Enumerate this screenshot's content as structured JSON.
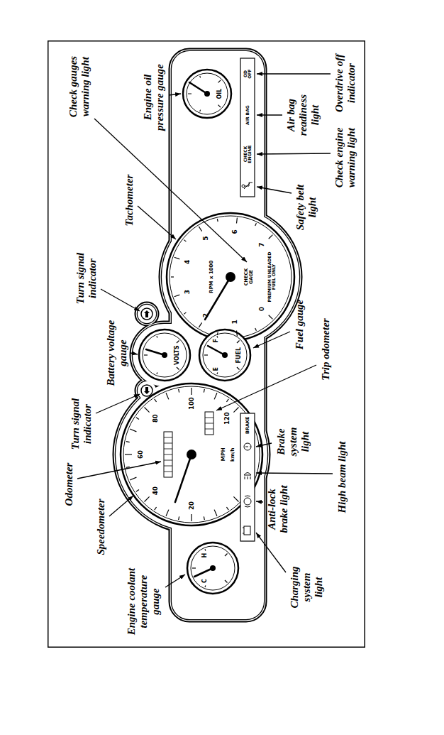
{
  "diagram": {
    "labels": [
      "Check gauges warning light",
      "Engine oil pressure gauge",
      "Tachometer",
      "Turn signal indicator",
      "Battery voltage gauge",
      "Turn signal indicator",
      "Odometer",
      "Speedometer",
      "Engine coolant temperature gauge",
      "Overdrive off indicator",
      "Air bag readiness light",
      "Check engine warning light",
      "Safety belt light",
      "Fuel gauge",
      "Trip odometer",
      "Brake system light",
      "High beam light",
      "Anti-lock brake light",
      "Charging system light",
      "OIL",
      "VOLTS",
      "FUEL",
      "E",
      "F",
      "C",
      "H",
      "RPM x 1000",
      "PREMIUM UNLEADED FUEL ONLY",
      "CHECK GAGE",
      "0",
      "1",
      "2",
      "3",
      "4",
      "5",
      "6",
      "7",
      "20",
      "40",
      "60",
      "80",
      "100",
      "120",
      "MPH",
      "km/h",
      "BRAKE",
      "CHECK ENGINE",
      "AIR BAG",
      "OD OFF"
    ]
  }
}
